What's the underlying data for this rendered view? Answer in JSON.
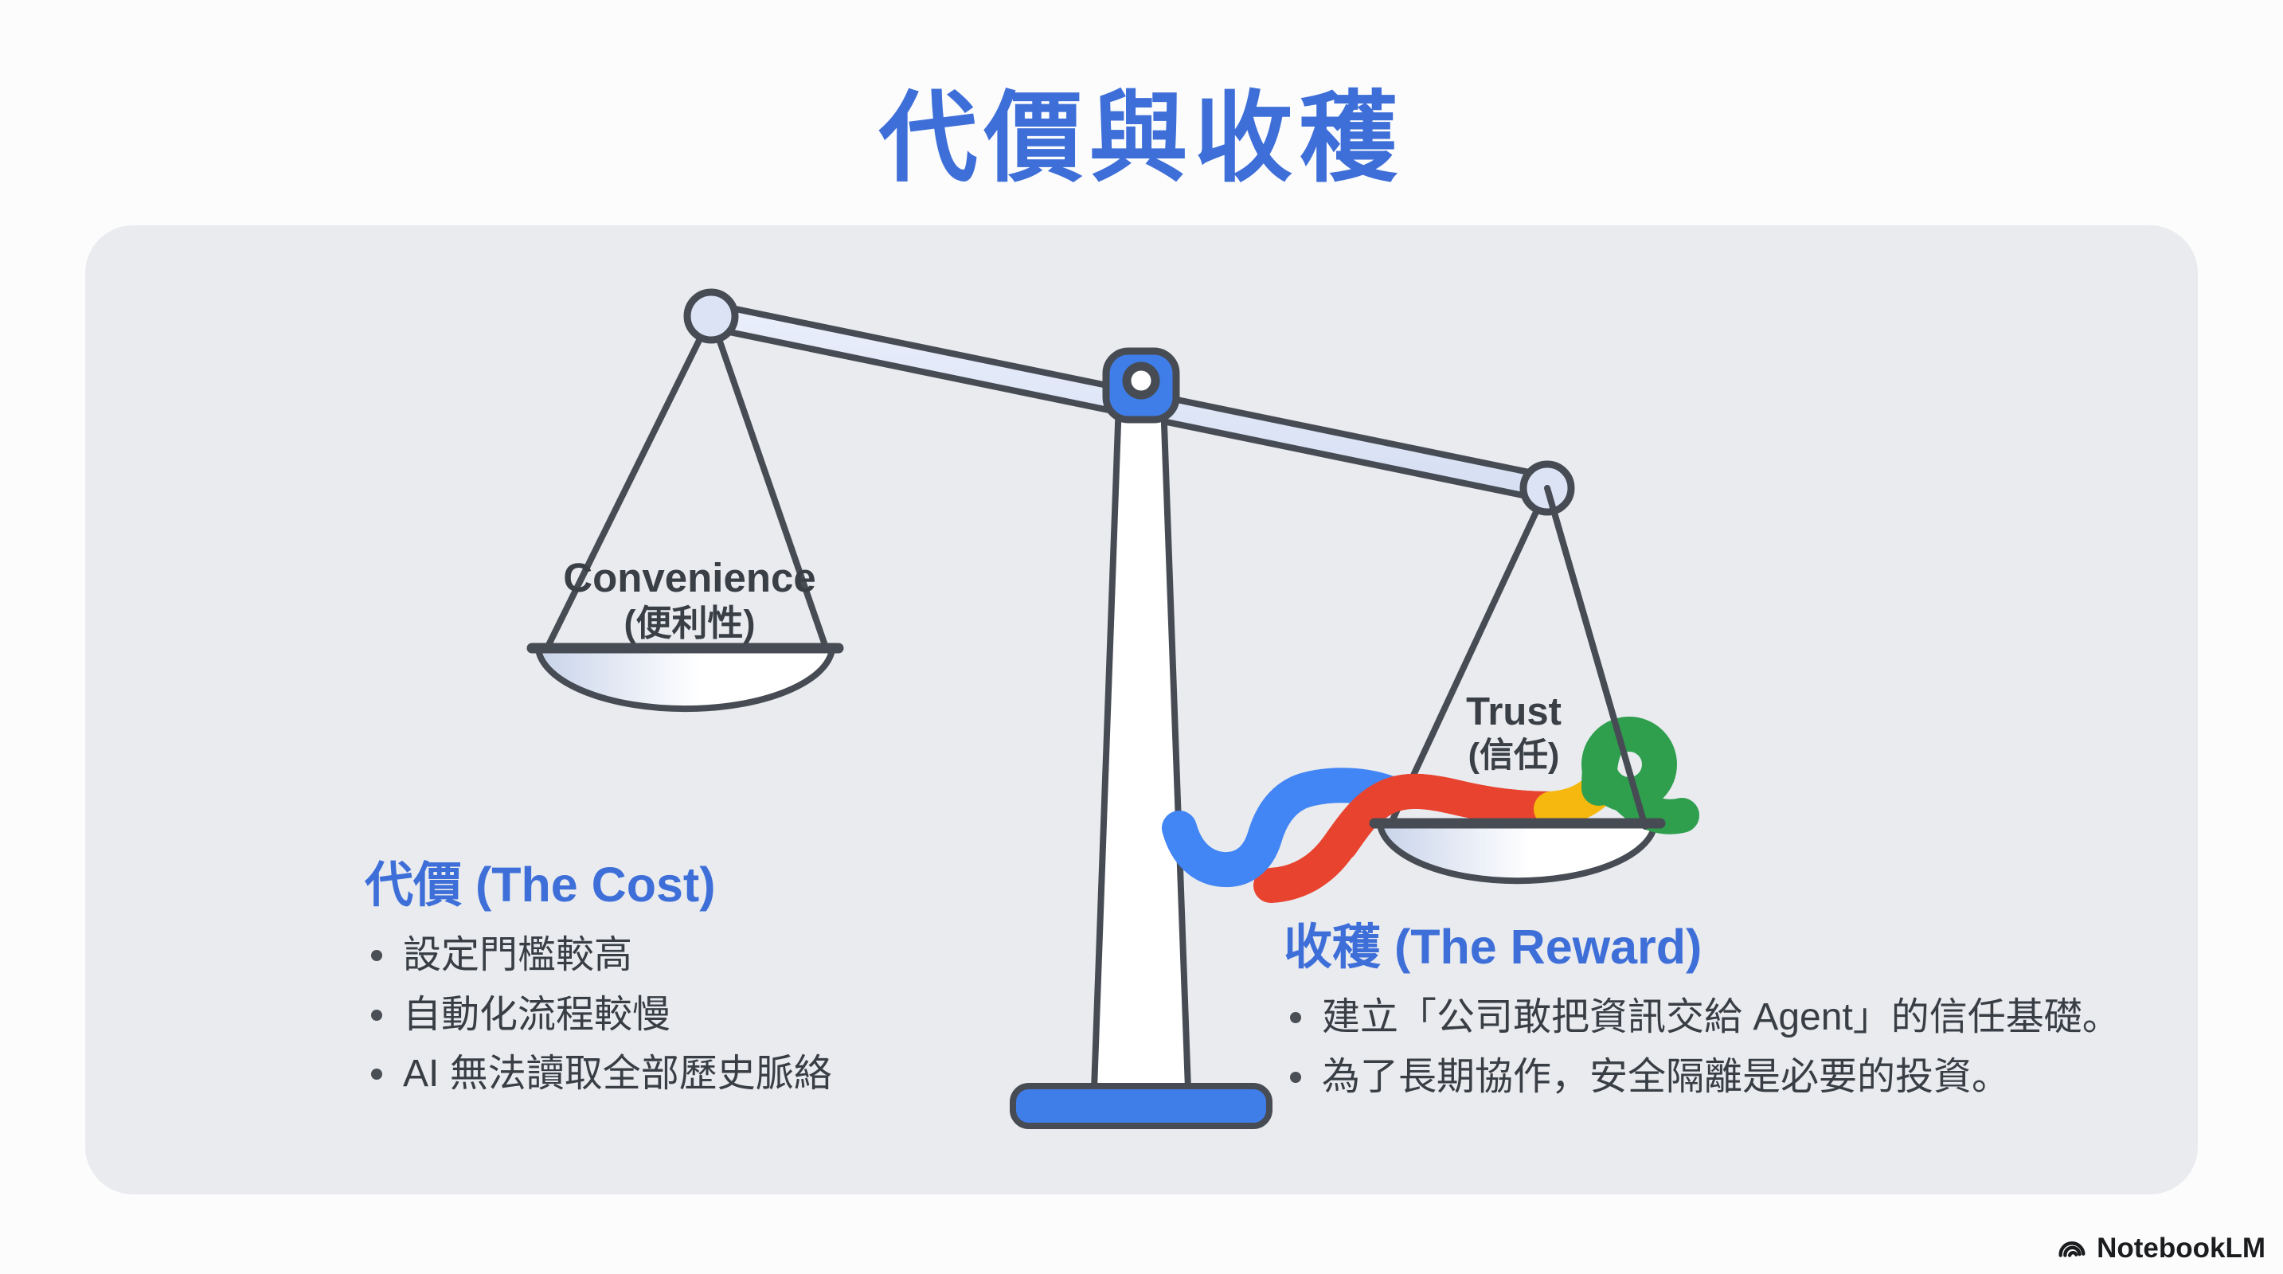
{
  "title": "代價與收穫",
  "scale": {
    "left_pan": {
      "line_en": "Convenience",
      "line_zh": "(便利性)"
    },
    "right_pan": {
      "line_en": "Trust",
      "line_zh": "(信任)"
    }
  },
  "cost": {
    "heading": "代價 (The Cost)",
    "bullets": [
      "設定門檻較高",
      "自動化流程較慢",
      "AI 無法讀取全部歷史脈絡"
    ]
  },
  "reward": {
    "heading": "收穫 (The Reward)",
    "bullets": [
      "建立「公司敢把資訊交給 Agent」的信任基礎。",
      "為了長期協作，安全隔離是必要的投資。"
    ]
  },
  "footer": {
    "brand": "NotebookLM"
  },
  "colors": {
    "heading_blue": "#3e6fd8",
    "card_background": "#e9ebef",
    "outline_dark": "#474c54",
    "body_text": "#393e45",
    "ribbon_blue": "#4285f4",
    "ribbon_red": "#e8432f",
    "ribbon_yellow": "#f6b70e",
    "ribbon_green": "#2f9f4e",
    "stand_blue": "#3f7de8",
    "beam_fill": "#dee5f4"
  }
}
